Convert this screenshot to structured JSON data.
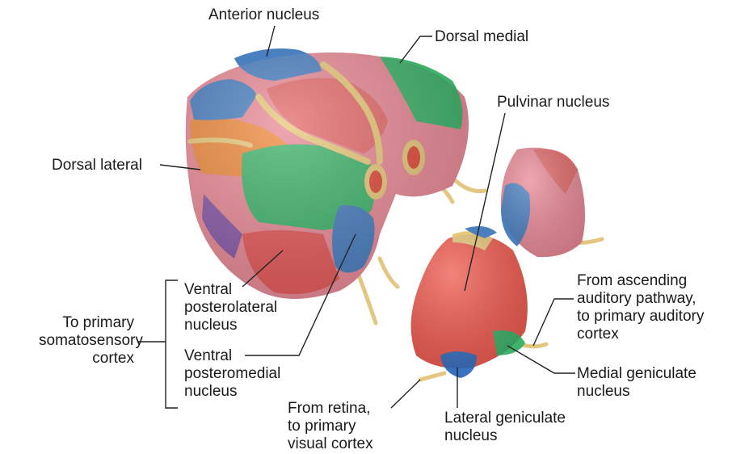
{
  "labels": {
    "anterior_nucleus": "Anterior nucleus",
    "dorsal_medial": "Dorsal medial",
    "pulvinar_nucleus": "Pulvinar nucleus",
    "dorsal_lateral": "Dorsal lateral",
    "ventral_posterolateral": "Ventral\nposterolateral\nnucleus",
    "to_somatosensory": "To primary\nsomatosensory\ncortex",
    "ventral_posteromedial": "Ventral\nposteromedial\nnucleus",
    "from_auditory": "From ascending\nauditory pathway,\nto primary auditory\ncortex",
    "medial_geniculate": "Medial geniculate\nnucleus",
    "from_retina": "From retina,\nto primary\nvisual cortex",
    "lateral_geniculate": "Lateral geniculate\nnucleus"
  },
  "colors": {
    "blue": "#4a7fc0",
    "orange": "#ee8a3c",
    "green": "#3fb36a",
    "red": "#e65a5a",
    "pink": "#e98a96",
    "purple": "#8a5aa8",
    "yellow": "#e8c879",
    "leader": "#222222"
  }
}
